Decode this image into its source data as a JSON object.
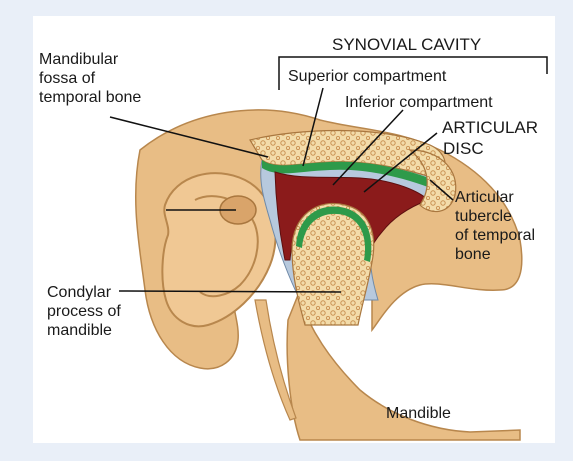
{
  "colors": {
    "frame_background": "#e9eff8",
    "panel_background": "#ffffff",
    "bone": "#e8bd85",
    "bone_dark": "#c99253",
    "cancellous": "#f3dcaa",
    "cavity_fill": "#b7c9dd",
    "synovial_membrane_red": "#8b1b1b",
    "cartilage_green": "#2e9a4a",
    "leader_line": "#111111"
  },
  "labels": {
    "synovial_cavity": "SYNOVIAL CAVITY",
    "mandibular_fossa_line1": "Mandibular",
    "mandibular_fossa_line2": "fossa of",
    "mandibular_fossa_line3": "temporal bone",
    "superior_compartment": "Superior compartment",
    "inferior_compartment": "Inferior compartment",
    "articular_disc_line1": "ARTICULAR",
    "articular_disc_line2": "DISC",
    "articular_tubercle_line1": "Articular",
    "articular_tubercle_line2": "tubercle",
    "articular_tubercle_line3": "of temporal",
    "articular_tubercle_line4": "bone",
    "condylar_process_line1": "Condylar",
    "condylar_process_line2": "process of",
    "condylar_process_line3": "mandible",
    "mandible": "Mandible"
  }
}
